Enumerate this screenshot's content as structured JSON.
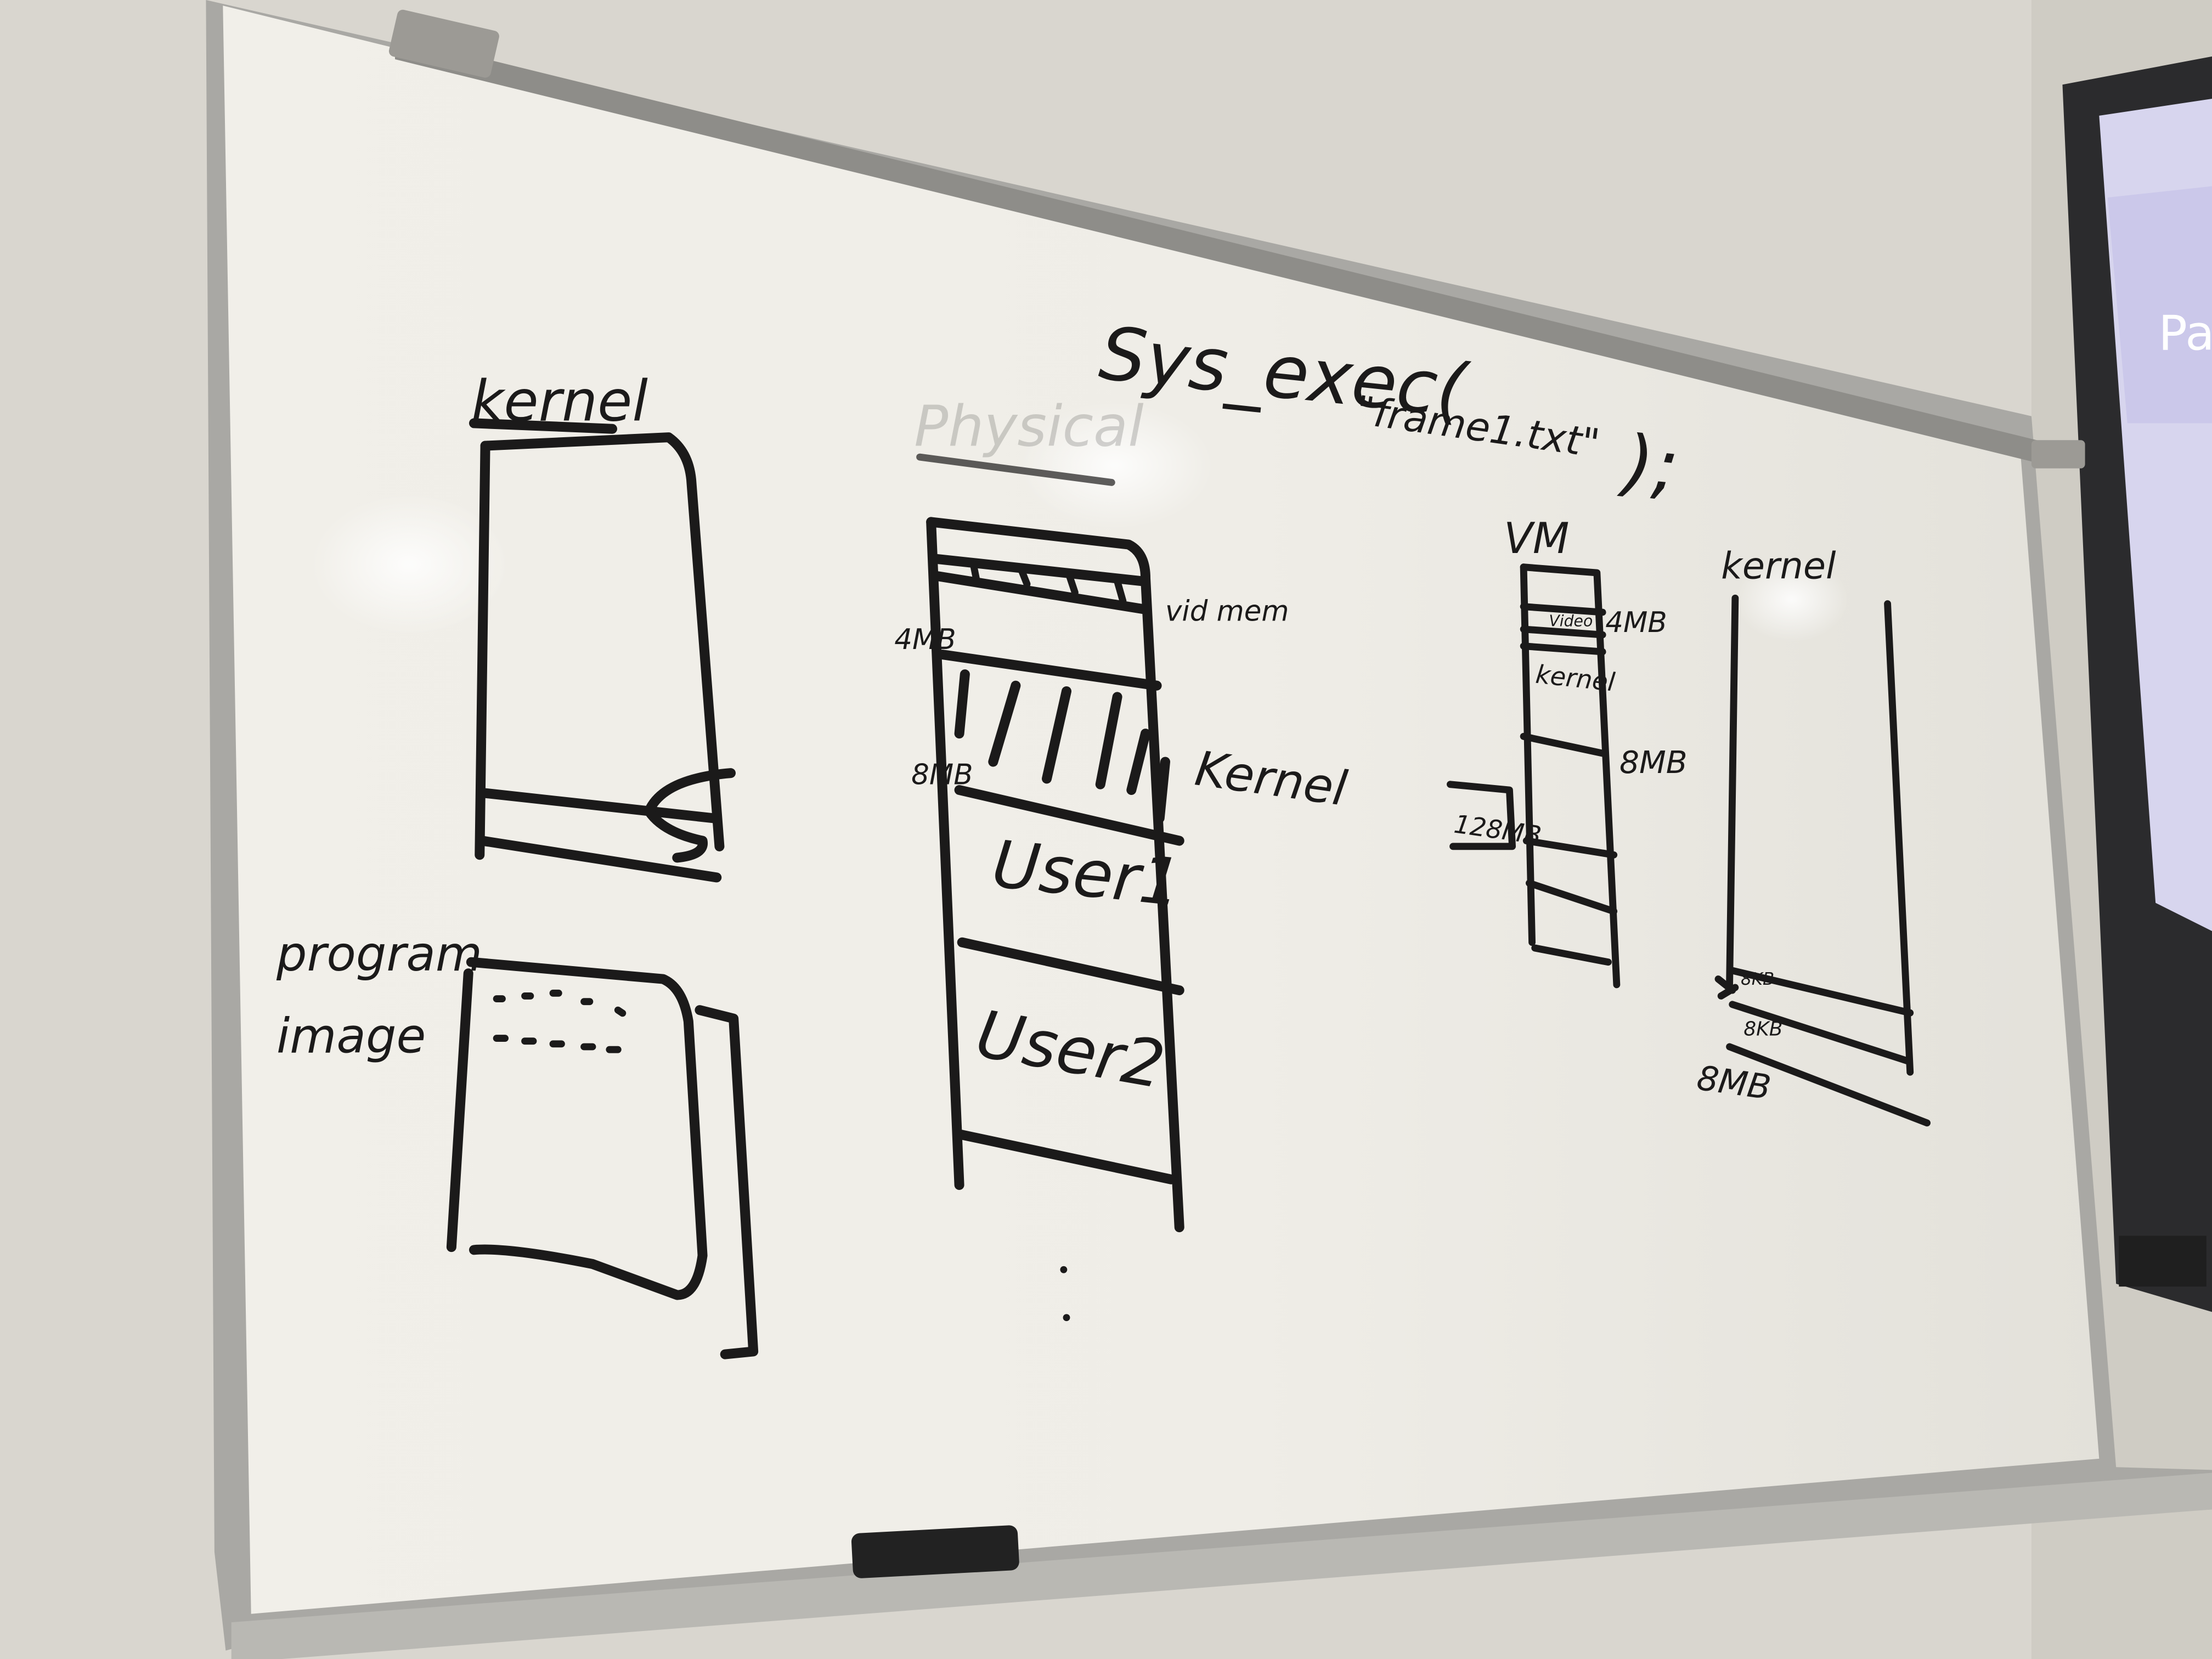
{
  "whiteboard": {
    "call": "Sys_exec( \"frame1.txt\" );",
    "call_lines": {
      "fn": "Sys_exec(",
      "arg": "\"frame1.txt\"",
      "close": ");"
    }
  },
  "kernel_diagram": {
    "title": "kernel"
  },
  "program_image": {
    "label_line1": "program",
    "label_line2": "image"
  },
  "physical_memory": {
    "title_smudged": "Physical",
    "video_mem_label": "vid mem",
    "mark_4mb": "4MB",
    "mark_8mb": "8MB",
    "kernel_label": "Kernel",
    "user1_label": "User1",
    "user2_label": "User2"
  },
  "virtual_memory": {
    "title": "VM",
    "video_label": "Video",
    "mark_4mb": "4MB",
    "kernel_label": "kernel",
    "mark_8mb": "8MB",
    "mark_128mb": "128MB"
  },
  "kernel_stack": {
    "title": "kernel",
    "mark_8kb_a": "8KB",
    "mark_8kb_b": "8KB",
    "mark_8mb": "8MB"
  },
  "projector_slide": {
    "visible_text": "Pa"
  },
  "colors": {
    "wall": "#d9d6cf",
    "board": "#eeece6",
    "frame": "#a9a8a4",
    "ink": "#1b1a1a",
    "eraser": "#222222",
    "slide": "#d7d5ee"
  }
}
